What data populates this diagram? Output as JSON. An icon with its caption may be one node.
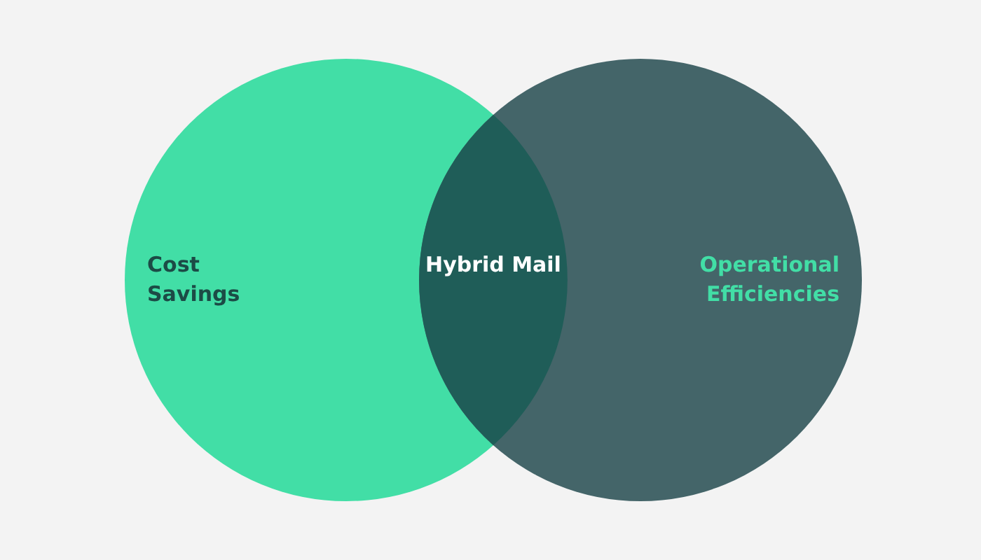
{
  "diagram": {
    "nodes": [
      {
        "text": [
          "Cost Savings"
        ]
      },
      {
        "text": [
          "Operational Efficiencies"
        ]
      },
      {
        "text": [
          "Hybrid Mail"
        ]
      }
    ],
    "edges": []
  }
}
